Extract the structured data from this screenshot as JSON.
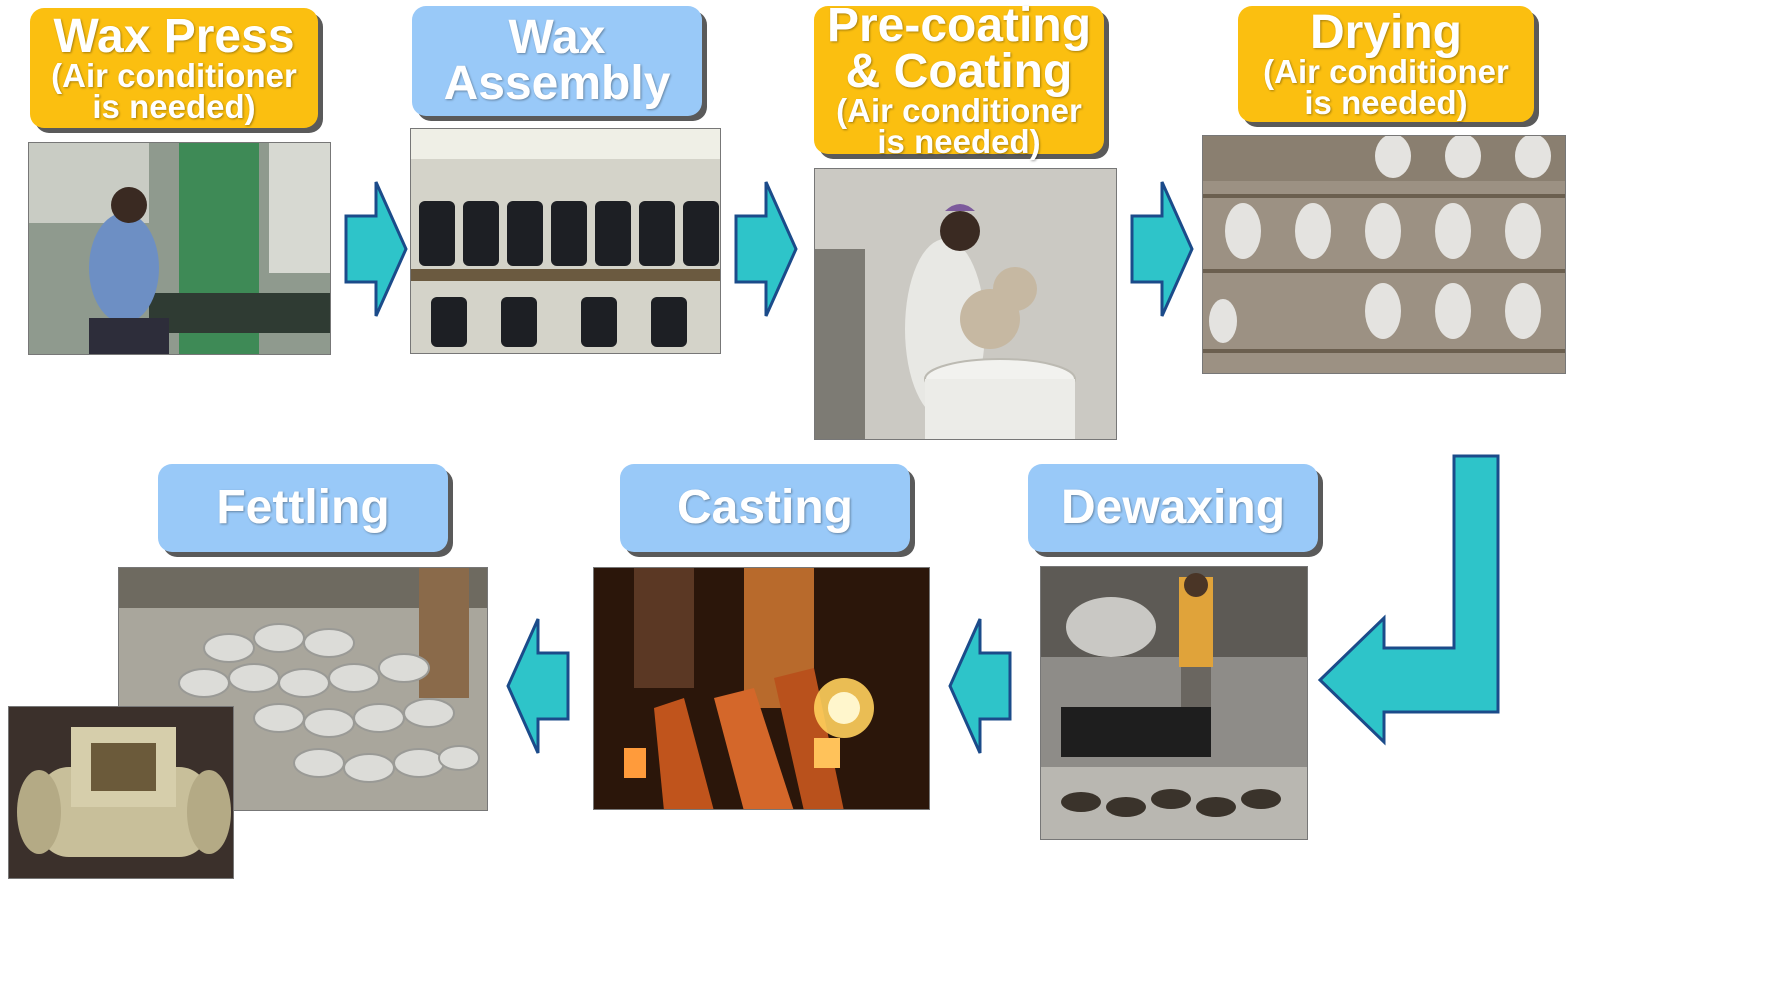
{
  "colors": {
    "gold_label": "#fbbf10",
    "blue_label": "#99c9f8",
    "arrow_fill": "#2ec4c9",
    "arrow_stroke": "#1b4b8a"
  },
  "steps": {
    "wax_press": {
      "title": "Wax Press",
      "sub_1": "(Air conditioner",
      "sub_2": "is needed)"
    },
    "wax_assembly": {
      "title_1": "Wax",
      "title_2": "Assembly"
    },
    "precoating": {
      "title_1": "Pre-coating",
      "title_2": "& Coating",
      "sub_1": "(Air conditioner",
      "sub_2": "is needed)"
    },
    "drying": {
      "title": "Drying",
      "sub_1": "(Air conditioner",
      "sub_2": "is needed)"
    },
    "dewaxing": {
      "title": "Dewaxing"
    },
    "casting": {
      "title": "Casting"
    },
    "fettling": {
      "title": "Fettling"
    }
  },
  "arrows": [
    "right-arrow",
    "right-arrow",
    "right-arrow",
    "down-left-arrow",
    "left-arrow",
    "left-arrow"
  ]
}
